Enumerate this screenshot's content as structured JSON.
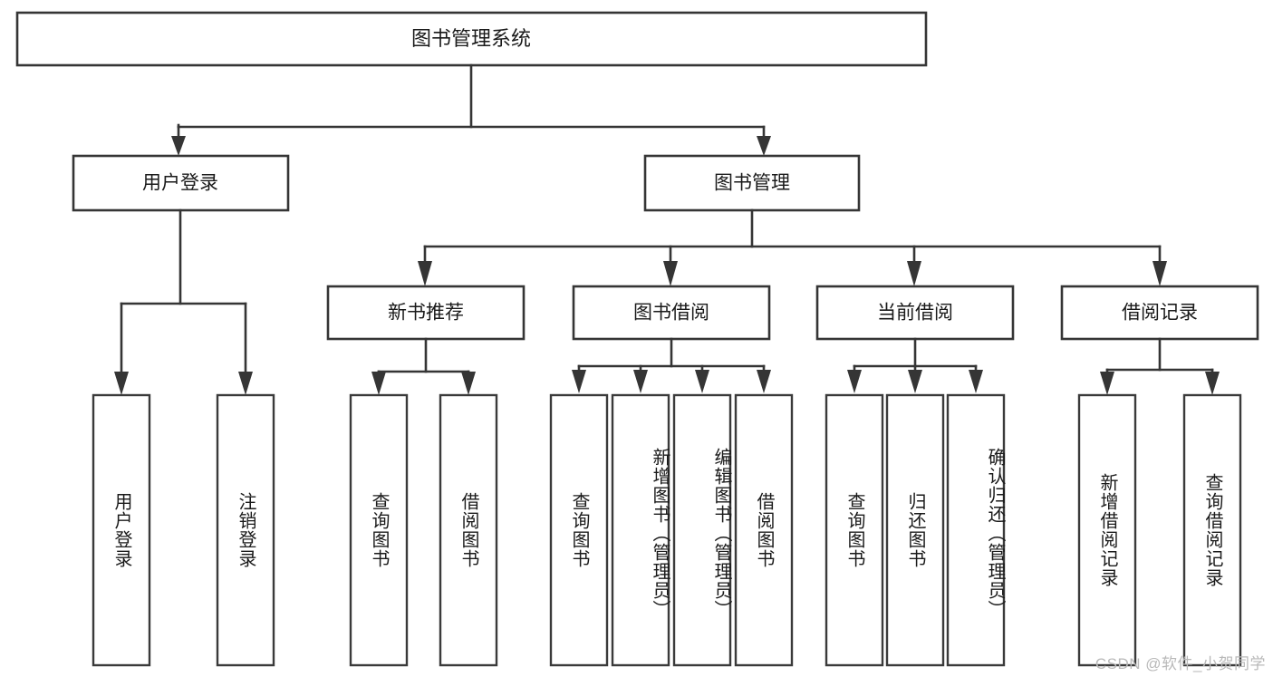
{
  "diagram": {
    "type": "tree",
    "title": "图书管理系统",
    "watermark": "CSDN @软件_小贺同学",
    "colors": {
      "box_stroke": "#353535",
      "connector": "#353535",
      "box_fill": "#ffffff",
      "text": "#1a1a1a",
      "watermark": "#b9b9b9",
      "background": "#ffffff"
    },
    "root": {
      "label": "图书管理系统"
    },
    "level2": [
      {
        "label": "用户登录"
      },
      {
        "label": "图书管理"
      }
    ],
    "level3": [
      {
        "label": "新书推荐"
      },
      {
        "label": "图书借阅"
      },
      {
        "label": "当前借阅"
      },
      {
        "label": "借阅记录"
      }
    ],
    "leaves": {
      "user_login": [
        {
          "label": "用户登录"
        },
        {
          "label": "注销登录"
        }
      ],
      "new_book_recommend": [
        {
          "label": "查询图书"
        },
        {
          "label": "借阅图书"
        }
      ],
      "book_borrow": [
        {
          "label": "查询图书"
        },
        {
          "label": "新增图书（管理员）"
        },
        {
          "label": "编辑图书（管理员）"
        },
        {
          "label": "借阅图书"
        }
      ],
      "current_borrow": [
        {
          "label": "查询图书"
        },
        {
          "label": "归还图书"
        },
        {
          "label": "确认归还（管理员）"
        }
      ],
      "borrow_record": [
        {
          "label": "新增借阅记录"
        },
        {
          "label": "查询借阅记录"
        }
      ]
    }
  }
}
